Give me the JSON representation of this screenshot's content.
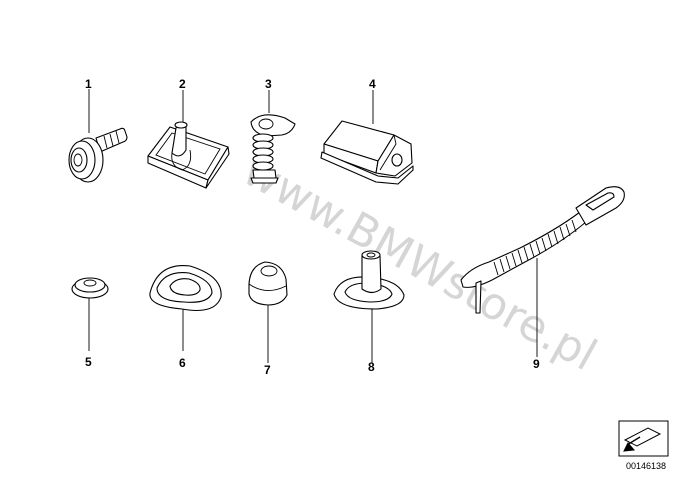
{
  "watermark": "www.BMWstore.pl",
  "diagram_code": "00146138",
  "callouts": [
    {
      "id": "callout-1",
      "label": "1"
    },
    {
      "id": "callout-2",
      "label": "2"
    },
    {
      "id": "callout-3",
      "label": "3"
    },
    {
      "id": "callout-4",
      "label": "4"
    },
    {
      "id": "callout-5",
      "label": "5"
    },
    {
      "id": "callout-6",
      "label": "6"
    },
    {
      "id": "callout-7",
      "label": "7"
    },
    {
      "id": "callout-8",
      "label": "8"
    },
    {
      "id": "callout-9",
      "label": "9"
    }
  ],
  "icons": {
    "catalog_arrow": "catalog-arrow-icon"
  }
}
